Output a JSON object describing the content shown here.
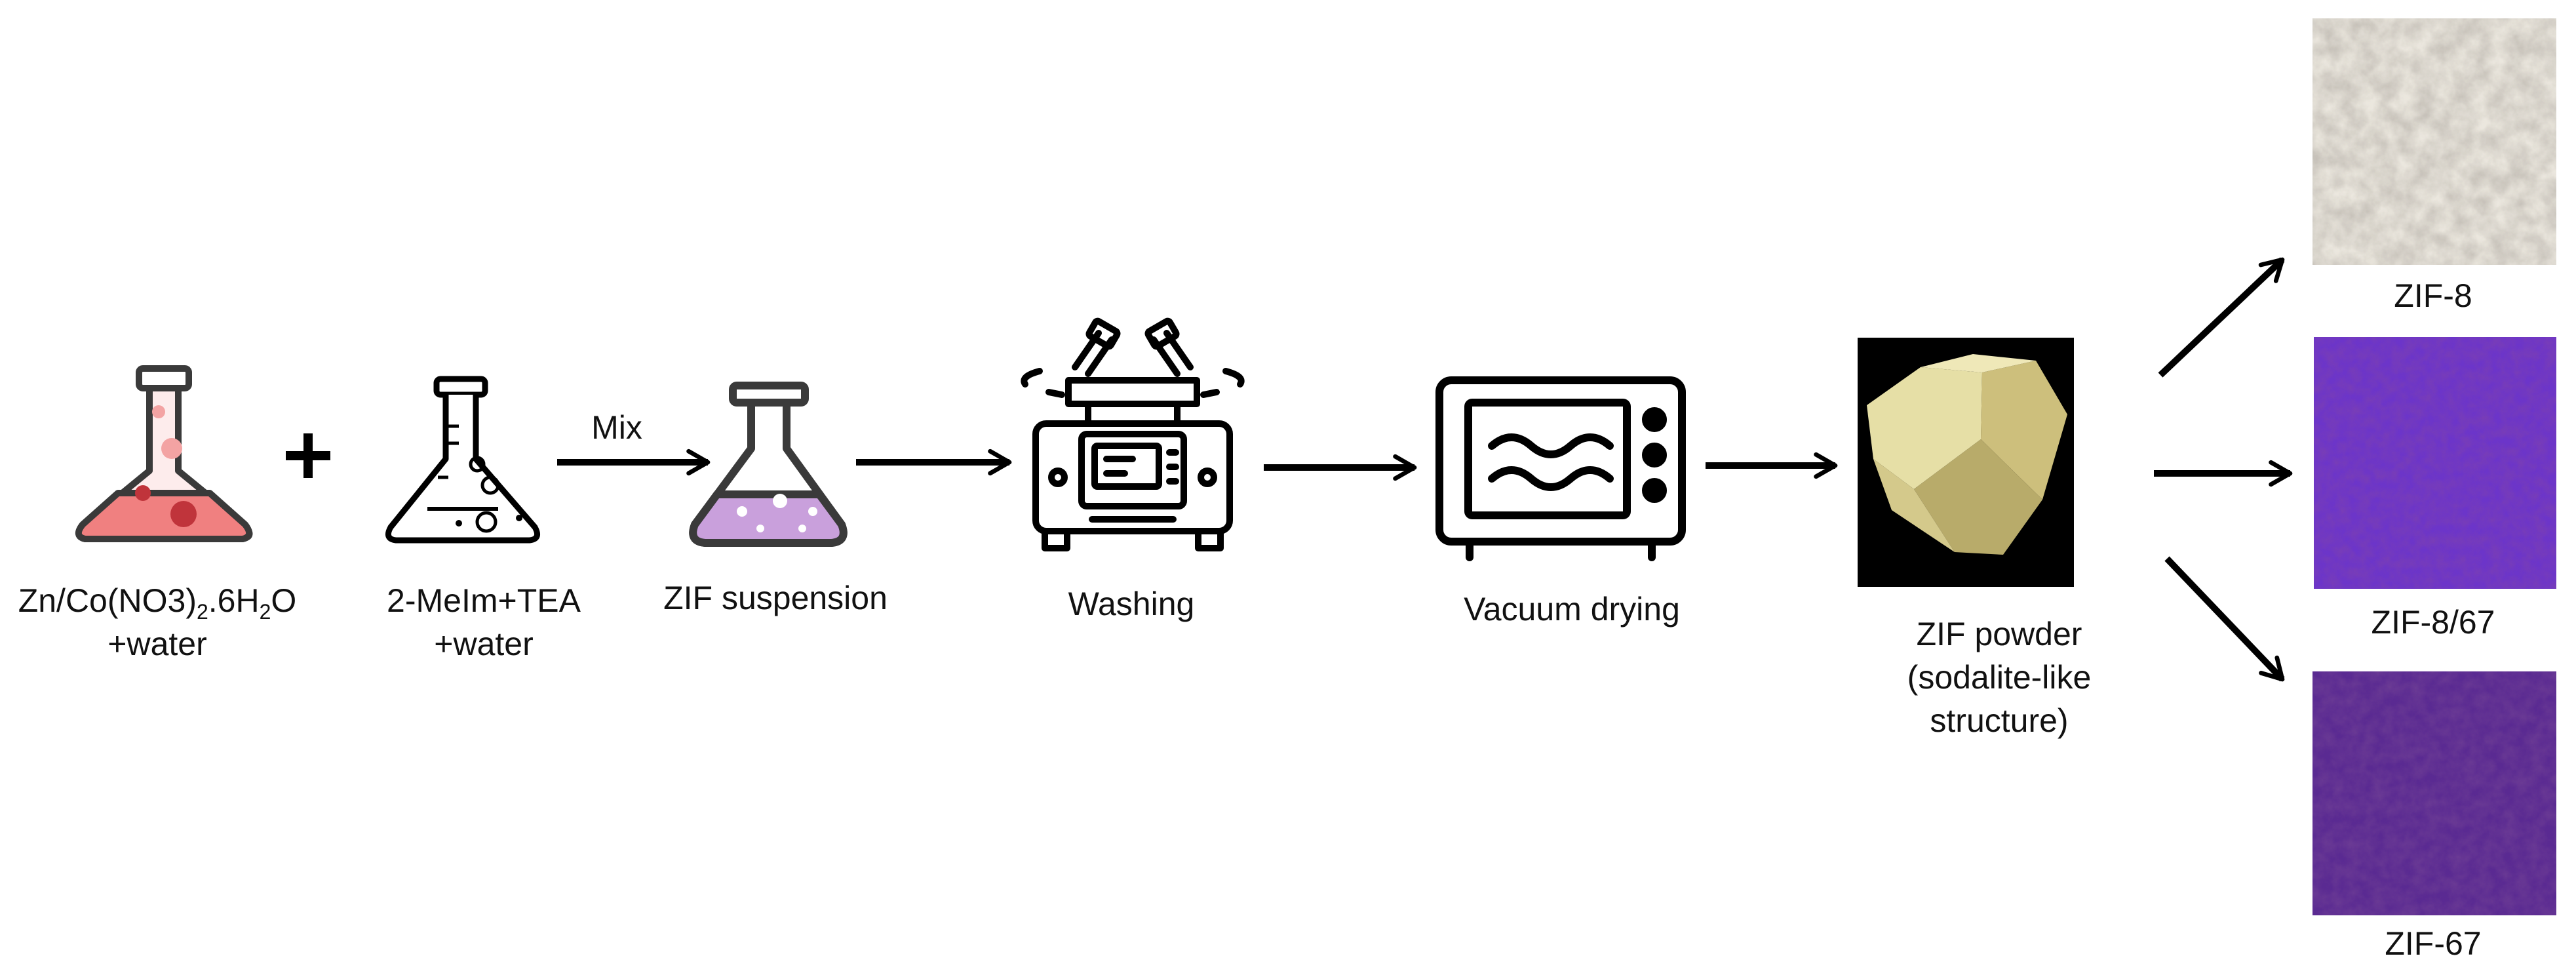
{
  "steps": {
    "reagent1": {
      "line1_pre": "Zn/Co(NO3)",
      "sub1": "2",
      "line1_mid": ".6H",
      "sub2": "2",
      "line1_post": "O",
      "line2": "+water"
    },
    "reagent2": {
      "line1": "2-MeIm+TEA",
      "line2": "+water"
    },
    "mix_label": "Mix",
    "suspension": "ZIF suspension",
    "washing": "Washing",
    "drying": "Vacuum drying",
    "powder": {
      "line1": "ZIF powder",
      "line2": "(sodalite-like",
      "line3": "structure)"
    }
  },
  "products": [
    {
      "label": "ZIF-8",
      "color": "#e9e5dc"
    },
    {
      "label": "ZIF-8/67",
      "color": "#6c35c9"
    },
    {
      "label": "ZIF-67",
      "color": "#5a2a92"
    }
  ],
  "colors": {
    "flask_red": "#f08080",
    "flask_purple": "#c9a0dc",
    "outline": "#000000",
    "crystal": "#e6dfa6"
  },
  "icons": [
    "flask-red-icon",
    "plus-icon",
    "flask-empty-icon",
    "flask-purple-icon",
    "centrifuge-icon",
    "vacuum-oven-icon",
    "crystal-icon"
  ]
}
